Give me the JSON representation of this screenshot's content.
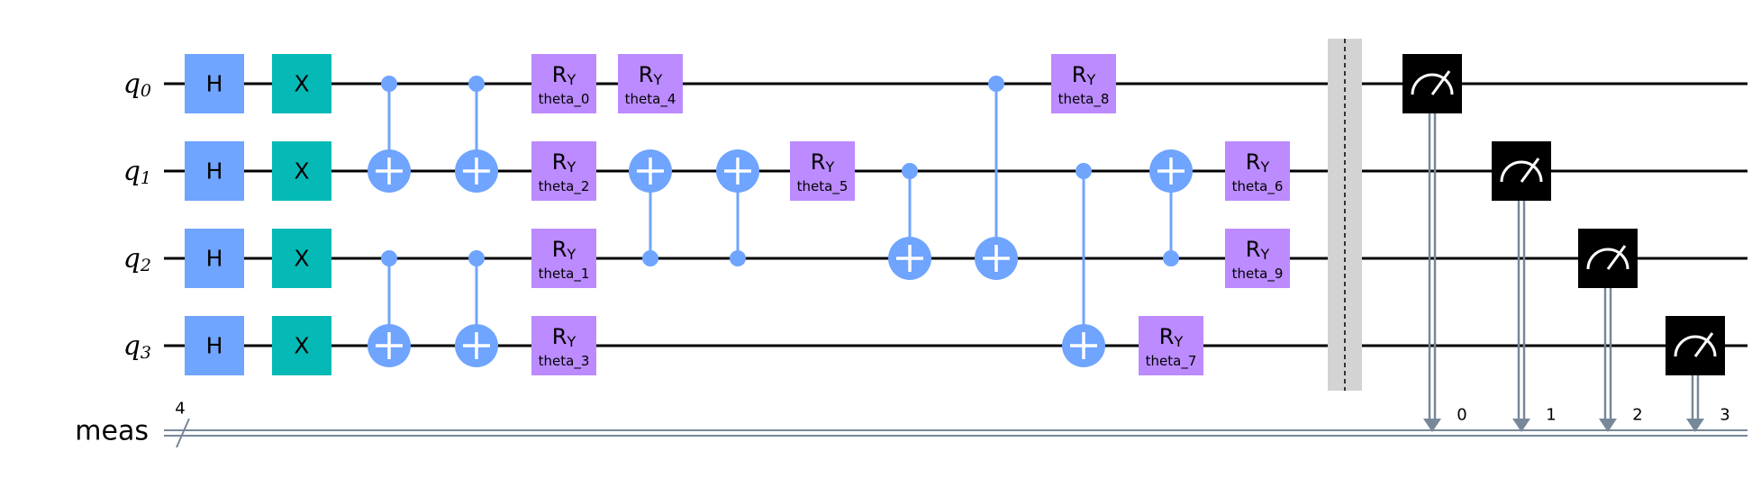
{
  "colors": {
    "h_gate": "#6fa4ff",
    "x_gate": "#05bab6",
    "ry_gate": "#bb8bff",
    "control": "#6fa4ff",
    "measure_box": "#000000",
    "classical_wire": "#778899",
    "barrier": "#d3d3d3"
  },
  "qubits": [
    {
      "letter": "q",
      "index": "0"
    },
    {
      "letter": "q",
      "index": "1"
    },
    {
      "letter": "q",
      "index": "2"
    },
    {
      "letter": "q",
      "index": "3"
    }
  ],
  "classical_register": {
    "label": "meas",
    "size": "4"
  },
  "gates": [
    {
      "type": "H",
      "label": "H",
      "qubit": 0,
      "col": 0
    },
    {
      "type": "H",
      "label": "H",
      "qubit": 1,
      "col": 0
    },
    {
      "type": "H",
      "label": "H",
      "qubit": 2,
      "col": 0
    },
    {
      "type": "H",
      "label": "H",
      "qubit": 3,
      "col": 0
    },
    {
      "type": "X",
      "label": "X",
      "qubit": 0,
      "col": 1
    },
    {
      "type": "X",
      "label": "X",
      "qubit": 1,
      "col": 1
    },
    {
      "type": "X",
      "label": "X",
      "qubit": 2,
      "col": 1
    },
    {
      "type": "X",
      "label": "X",
      "qubit": 3,
      "col": 1
    },
    {
      "type": "CX",
      "control": 0,
      "target": 1,
      "col": 2
    },
    {
      "type": "CX",
      "control": 2,
      "target": 3,
      "col": 2
    },
    {
      "type": "CX",
      "control": 0,
      "target": 1,
      "col": 3
    },
    {
      "type": "CX",
      "control": 2,
      "target": 3,
      "col": 3
    },
    {
      "type": "RY",
      "label": "R",
      "sub": "Y",
      "param": "theta_0",
      "qubit": 0,
      "col": 4
    },
    {
      "type": "RY",
      "label": "R",
      "sub": "Y",
      "param": "theta_2",
      "qubit": 1,
      "col": 4
    },
    {
      "type": "RY",
      "label": "R",
      "sub": "Y",
      "param": "theta_1",
      "qubit": 2,
      "col": 4
    },
    {
      "type": "RY",
      "label": "R",
      "sub": "Y",
      "param": "theta_3",
      "qubit": 3,
      "col": 4
    },
    {
      "type": "RY",
      "label": "R",
      "sub": "Y",
      "param": "theta_4",
      "qubit": 0,
      "col": 5
    },
    {
      "type": "CX",
      "control": 2,
      "target": 1,
      "col": 5
    },
    {
      "type": "CX",
      "control": 2,
      "target": 1,
      "col": 6
    },
    {
      "type": "RY",
      "label": "R",
      "sub": "Y",
      "param": "theta_5",
      "qubit": 1,
      "col": 7
    },
    {
      "type": "CX",
      "control": 1,
      "target": 2,
      "col": 8
    },
    {
      "type": "CX",
      "control": 0,
      "target": 2,
      "col": 9
    },
    {
      "type": "RY",
      "label": "R",
      "sub": "Y",
      "param": "theta_8",
      "qubit": 0,
      "col": 10
    },
    {
      "type": "CX",
      "control": 1,
      "target": 3,
      "col": 10
    },
    {
      "type": "CX",
      "control": 2,
      "target": 1,
      "col": 11
    },
    {
      "type": "RY",
      "label": "R",
      "sub": "Y",
      "param": "theta_7",
      "qubit": 3,
      "col": 11
    },
    {
      "type": "RY",
      "label": "R",
      "sub": "Y",
      "param": "theta_6",
      "qubit": 1,
      "col": 12
    },
    {
      "type": "RY",
      "label": "R",
      "sub": "Y",
      "param": "theta_9",
      "qubit": 2,
      "col": 12
    }
  ],
  "barrier": {
    "col": 13
  },
  "measurements": [
    {
      "qubit": 0,
      "bit": "0",
      "col": 14
    },
    {
      "qubit": 1,
      "bit": "1",
      "col": 15
    },
    {
      "qubit": 2,
      "bit": "2",
      "col": 16
    },
    {
      "qubit": 3,
      "bit": "3",
      "col": 17
    }
  ]
}
